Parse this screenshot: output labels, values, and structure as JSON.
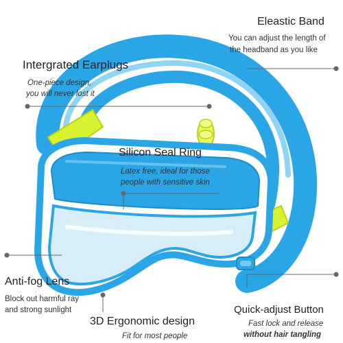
{
  "colors": {
    "frame_blue": "#2aa6e6",
    "frame_light": "#74c9f2",
    "accent_yellow": "#d9f22f",
    "white": "#ffffff",
    "lens": "#d7eef8",
    "leader": "#666666"
  },
  "features": {
    "band": {
      "title": "Eleastic Band",
      "desc_line1": "You can adjust the length of",
      "desc_line2": "the headband as you like"
    },
    "earplugs": {
      "title": "Intergrated Earplugs",
      "desc_line1": "One-piece design,",
      "desc_line2": "you will never lost it"
    },
    "seal": {
      "title": "Silicon Seal Ring",
      "desc_line1": "Latex free, ideal for those",
      "desc_line2": "people with sensitive skin"
    },
    "antifog": {
      "title": "Anti-fog Lens",
      "desc_line1": "Block out harmful ray",
      "desc_line2": "and strong sunlight"
    },
    "ergonomic": {
      "title": "3D  Ergonomic design",
      "desc_line1": "Fit for most people"
    },
    "quick": {
      "title": "Quick-adjust Button",
      "desc_line1": "Fast lock and release",
      "desc_line2": "without hair tangling"
    }
  }
}
